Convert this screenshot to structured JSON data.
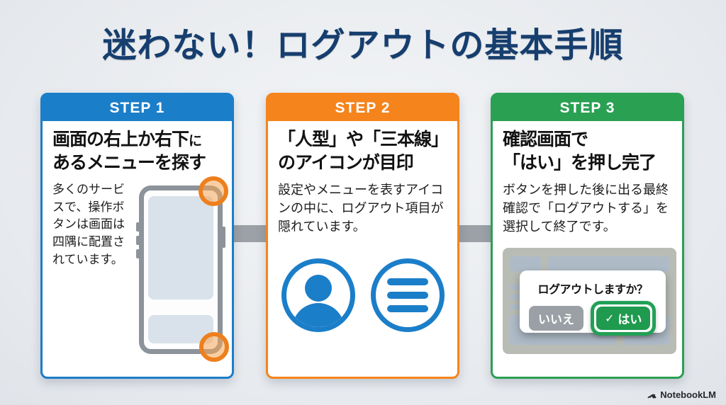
{
  "title": "迷わない！ログアウトの基本手順",
  "colors": {
    "title_navy": "#163e6e",
    "step1_blue": "#1b7ec9",
    "step2_orange": "#f5841c",
    "step3_green": "#2aa053",
    "connector_gray": "#9ba1a6",
    "highlight_orange": "#ee7f1d",
    "icon_blue": "#1b7ec9",
    "dialog_no_gray": "#9aa0a5",
    "dialog_yes_green": "#1f9a4e"
  },
  "steps": [
    {
      "label": "STEP 1",
      "heading_line1_main": "画面の右上か右下",
      "heading_line1_suffix": "に",
      "heading_line2": "あるメニューを探す",
      "body": "多くのサービスで、操作ボタンは画面は四隅に配置されています。",
      "illustration": "smartphone with orange circles highlighting top-right and bottom-right corners"
    },
    {
      "label": "STEP 2",
      "heading_line1": "「人型」や「三本線」",
      "heading_line2": "のアイコンが目印",
      "body": "設定やメニューを表すアイコンの中に、ログアウト項目が隠れています。",
      "icons": [
        "person-icon",
        "hamburger-menu-icon"
      ]
    },
    {
      "label": "STEP 3",
      "heading_line1": "確認画面で",
      "heading_line2": "「はい」を押し完了",
      "body": "ボタンを押した後に出る最終確認で「ログアウトする」を選択して終了です。",
      "dialog": {
        "question": "ログアウトしますか？",
        "no_label": "いいえ",
        "yes_check": "✓",
        "yes_label": "はい"
      }
    }
  ],
  "footer": {
    "brand": "NotebookLM"
  }
}
